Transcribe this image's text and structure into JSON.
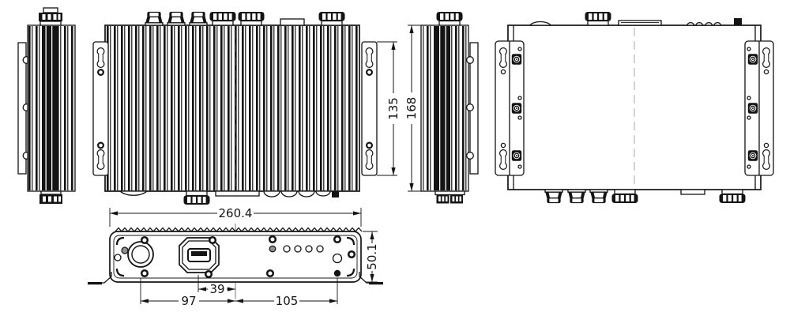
{
  "drawing": {
    "type": "technical-dimension-drawing",
    "line_color": "#141414",
    "centerline_color": "#a8a8a8",
    "dims": {
      "overall_width": "260.4",
      "panel_height": "50.1",
      "usb_to_centerline": "39",
      "connector_to_centerline": "97",
      "centerline_to_button": "105",
      "bracket_mount_height": "135",
      "chassis_height": "168"
    }
  }
}
